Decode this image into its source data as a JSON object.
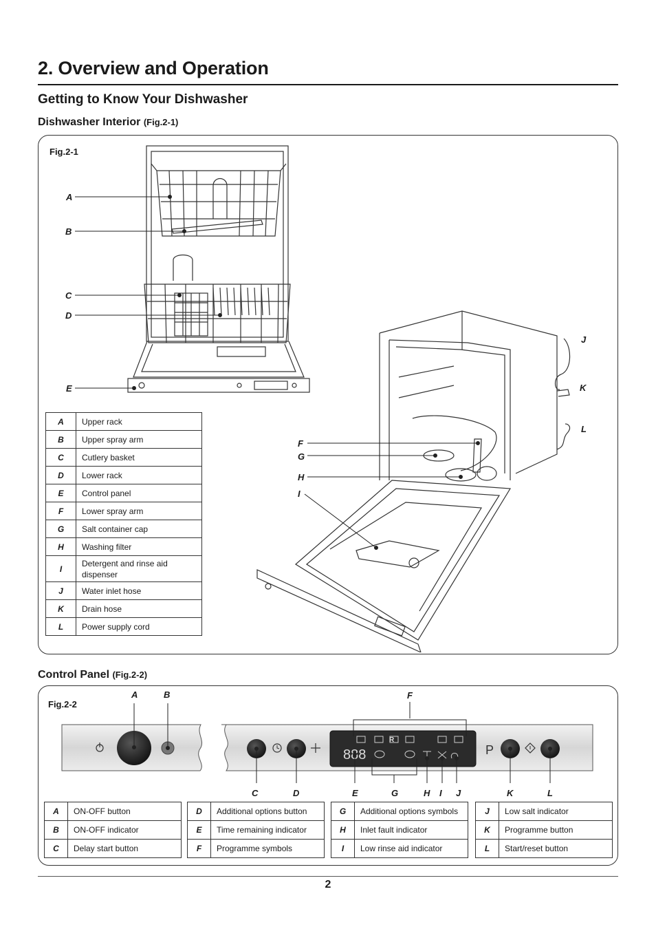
{
  "header": {
    "title": "2.  Overview and Operation",
    "subtitle": "Getting to Know Your Dishwasher"
  },
  "interior": {
    "heading": "Dishwasher Interior",
    "heading_ref": "(Fig.2-1)",
    "fig_label": "Fig.2-1",
    "callouts": [
      "A",
      "B",
      "C",
      "D",
      "E",
      "F",
      "G",
      "H",
      "I",
      "J",
      "K",
      "L"
    ],
    "legend": [
      {
        "key": "A",
        "text": "Upper rack"
      },
      {
        "key": "B",
        "text": "Upper spray arm"
      },
      {
        "key": "C",
        "text": "Cutlery basket"
      },
      {
        "key": "D",
        "text": "Lower rack"
      },
      {
        "key": "E",
        "text": "Control panel"
      },
      {
        "key": "F",
        "text": "Lower spray arm"
      },
      {
        "key": "G",
        "text": "Salt container cap"
      },
      {
        "key": "H",
        "text": "Washing filter"
      },
      {
        "key": "I",
        "text": "Detergent and rinse aid dispenser"
      },
      {
        "key": "J",
        "text": "Water inlet hose"
      },
      {
        "key": "K",
        "text": "Drain hose"
      },
      {
        "key": "L",
        "text": "Power supply cord"
      }
    ]
  },
  "control": {
    "heading": "Control Panel",
    "heading_ref": "(Fig.2-2)",
    "fig_label": "Fig.2-2",
    "display_digits": "888",
    "program_key": "P",
    "callouts_top": [
      "A",
      "B",
      "F"
    ],
    "callouts_bottom": [
      "C",
      "D",
      "E",
      "G",
      "H",
      "I",
      "J",
      "K",
      "L"
    ],
    "legend_columns": [
      [
        {
          "key": "A",
          "text": "ON-OFF button"
        },
        {
          "key": "B",
          "text": "ON-OFF indicator"
        },
        {
          "key": "C",
          "text": "Delay start button"
        }
      ],
      [
        {
          "key": "D",
          "text": "Additional options button"
        },
        {
          "key": "E",
          "text": "Time remaining indicator"
        },
        {
          "key": "F",
          "text": "Programme symbols"
        }
      ],
      [
        {
          "key": "G",
          "text": "Additional options symbols"
        },
        {
          "key": "H",
          "text": "Inlet fault indicator"
        },
        {
          "key": "I",
          "text": "Low rinse aid indicator"
        }
      ],
      [
        {
          "key": "J",
          "text": "Low salt indicator"
        },
        {
          "key": "K",
          "text": "Programme button"
        },
        {
          "key": "L",
          "text": "Start/reset button"
        }
      ]
    ]
  },
  "footer": {
    "page_number": "2"
  }
}
